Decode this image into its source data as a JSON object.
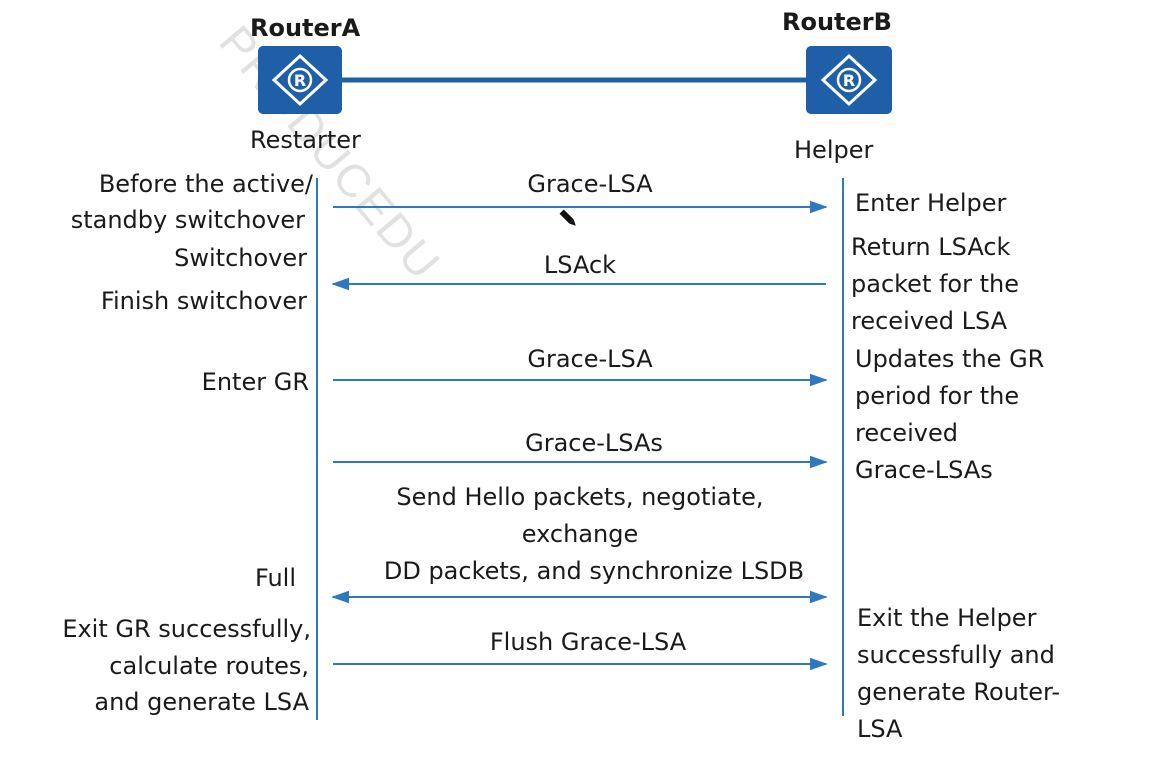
{
  "routers": {
    "a": {
      "name": "RouterA",
      "role": "Restarter",
      "icon": "router-icon"
    },
    "b": {
      "name": "RouterB",
      "role": "Helper",
      "icon": "router-icon"
    }
  },
  "colors": {
    "router_blue": "#1f5fa8",
    "line_blue": "#2e78c2"
  },
  "watermark": "PRODUCEDU",
  "left_labels": {
    "before_1": "Before the active/",
    "before_2": "standby switchover",
    "switchover": "Switchover",
    "finish": "Finish switchover",
    "enter_gr": "Enter GR",
    "full": "Full",
    "exit_1": "Exit GR successfully,",
    "exit_2": "calculate routes,",
    "exit_3": "and generate LSA"
  },
  "messages": {
    "m1": "Grace-LSA",
    "m2": "LSAck",
    "m3": "Grace-LSA",
    "m4": "Grace-LSAs",
    "m5_1": "Send Hello packets, negotiate,",
    "m5_2": "exchange",
    "m5_3": "DD packets, and synchronize LSDB",
    "m6": "Flush Grace-LSA"
  },
  "right_labels": {
    "enter_helper": "Enter Helper",
    "return_1": "Return LSAck",
    "return_2": "packet for the",
    "return_3": "received LSA",
    "upd_1": "Updates the GR",
    "upd_2": "period for the",
    "upd_3": "received",
    "upd_4": "Grace-LSAs",
    "exit_1": "Exit the Helper",
    "exit_2": "successfully and",
    "exit_3": "generate Router-",
    "exit_4": "LSA"
  }
}
